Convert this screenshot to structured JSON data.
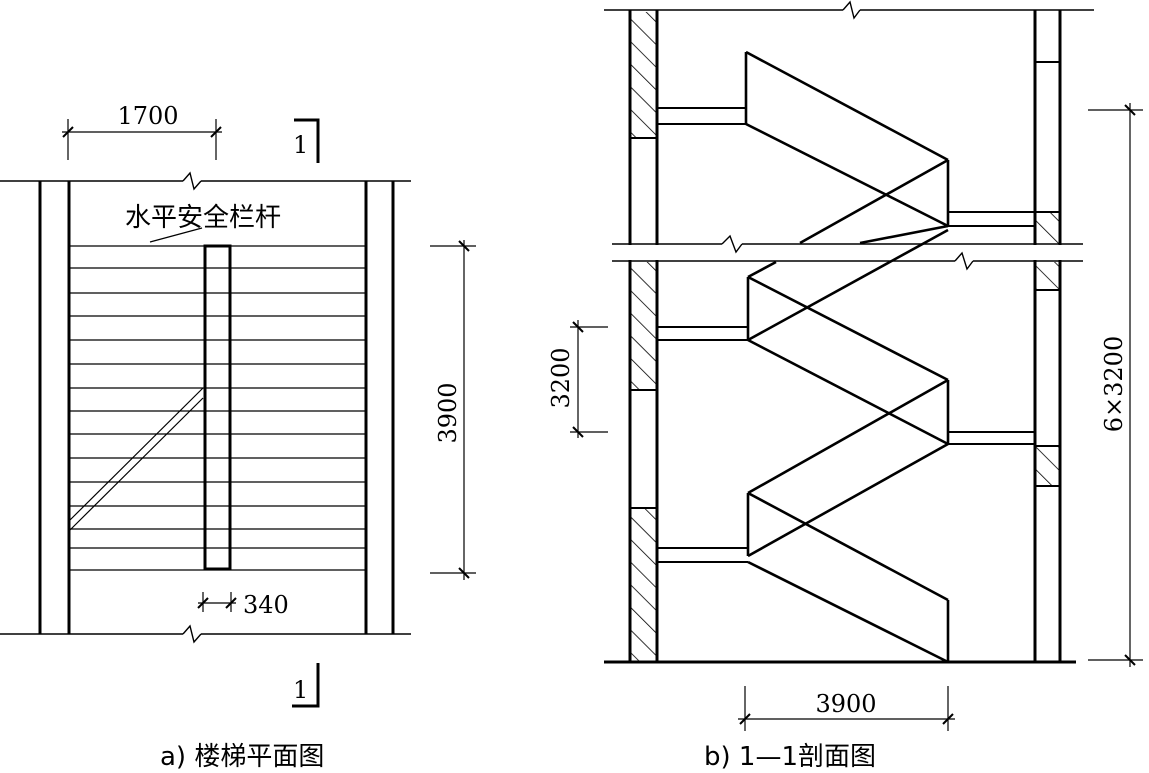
{
  "plan": {
    "dim_top": "1700",
    "handrail_label": "水平安全栏杆",
    "dim_right": "3900",
    "dim_bottom": "340",
    "section_mark_top": "1",
    "section_mark_bottom": "1",
    "caption": "a) 楼梯平面图"
  },
  "section": {
    "dim_left": "3200",
    "dim_right": "6×3200",
    "dim_bottom": "3900",
    "caption": "b) 1—1剖面图"
  }
}
